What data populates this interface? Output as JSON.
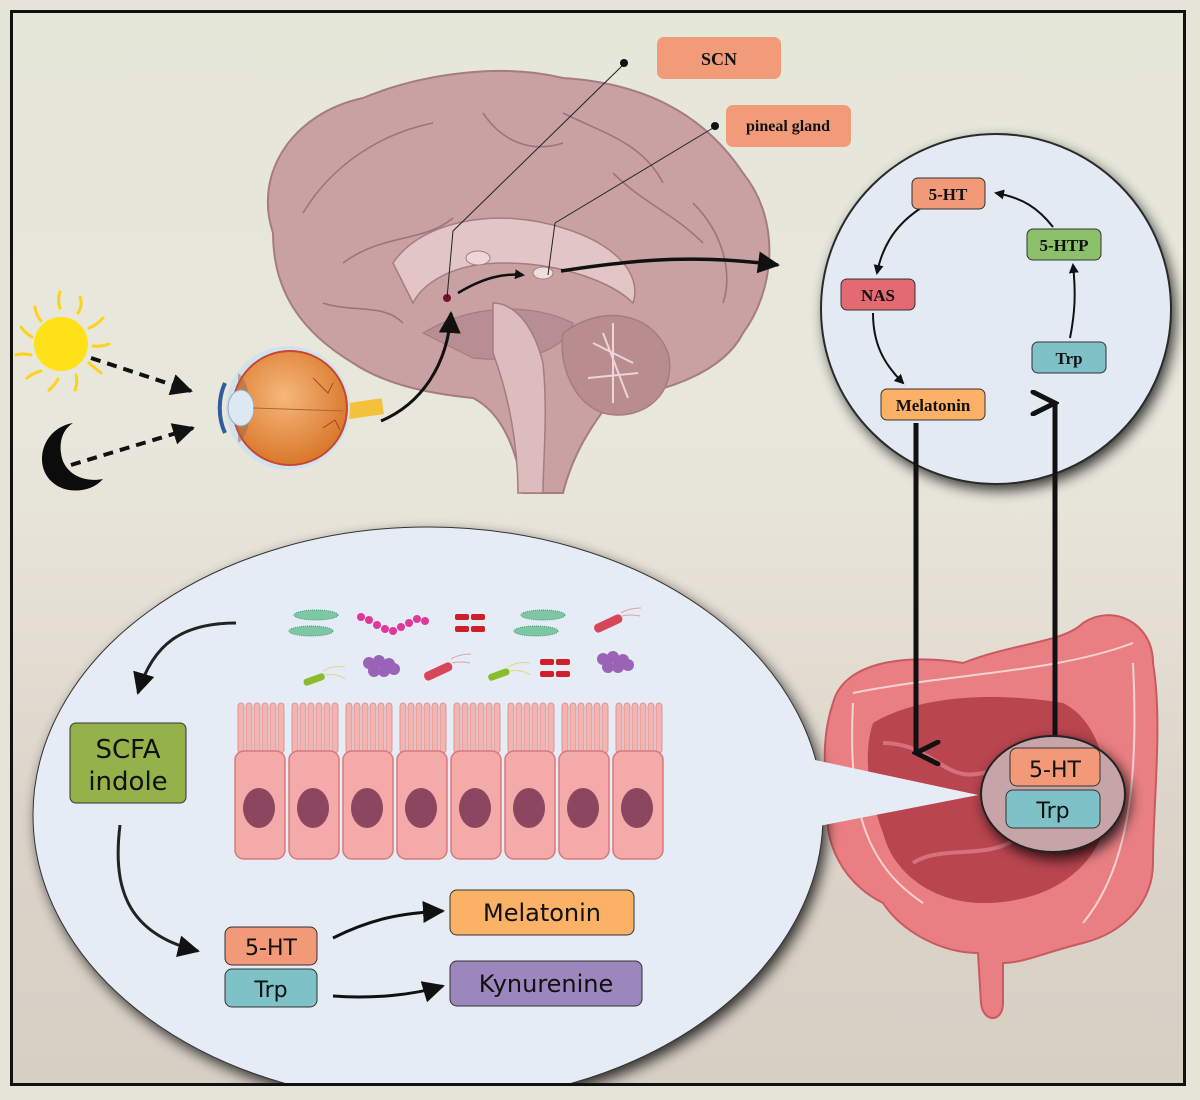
{
  "brain": {
    "labels": {
      "scn": "SCN",
      "pineal": "pineal gland"
    }
  },
  "light_sources": {
    "sun": "sun-icon",
    "moon": "moon-icon"
  },
  "pineal_cycle": {
    "nodes": {
      "serotonin": "5-HT",
      "htp": "5-HTP",
      "nas": "NAS",
      "melatonin": "Melatonin",
      "trp": "Trp"
    }
  },
  "gut_inset": {
    "serotonin": "5-HT",
    "trp": "Trp"
  },
  "intestine_zoom": {
    "scfa_line1": "SCFA",
    "scfa_line2": "indole",
    "serotonin": "5-HT",
    "trp": "Trp",
    "melatonin": "Melatonin",
    "kynurenine": "Kynurenine"
  },
  "colors": {
    "salmon": "#f29a78",
    "green": "#8cc06a",
    "red": "#e36a72",
    "orange": "#fbb166",
    "teal": "#7ec2c8",
    "purple": "#9b86bd",
    "olive": "#94b14a",
    "panel": "#e5ecf5"
  }
}
